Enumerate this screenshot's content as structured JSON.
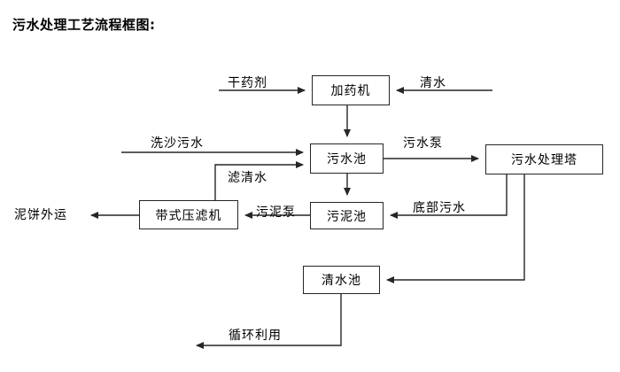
{
  "title": "污水处理工艺流程框图:",
  "diagram": {
    "type": "flowchart",
    "nodes": [
      {
        "id": "dosing",
        "label": "加药机"
      },
      {
        "id": "wastepool",
        "label": "污水池"
      },
      {
        "id": "tower",
        "label": "污水处理塔"
      },
      {
        "id": "beltpress",
        "label": "带式压滤机"
      },
      {
        "id": "sludgepool",
        "label": "污泥池"
      },
      {
        "id": "clearpool",
        "label": "清水池"
      }
    ],
    "edge_labels": [
      {
        "id": "dry-agent",
        "label": "干药剂"
      },
      {
        "id": "clean-water-in",
        "label": "清水"
      },
      {
        "id": "sand-wash",
        "label": "洗沙污水"
      },
      {
        "id": "filtrate",
        "label": "滤清水"
      },
      {
        "id": "sewage-pump",
        "label": "污水泵"
      },
      {
        "id": "mudcake-out",
        "label": "泥饼外运"
      },
      {
        "id": "sludge-pump",
        "label": "污泥泵"
      },
      {
        "id": "bottom-sewage",
        "label": "底部污水"
      },
      {
        "id": "recycle",
        "label": "循环利用"
      }
    ],
    "edges": [
      {
        "from": "干药剂",
        "to": "加药机"
      },
      {
        "from": "清水",
        "to": "加药机"
      },
      {
        "from": "加药机",
        "to": "污水池"
      },
      {
        "from": "洗沙污水",
        "to": "污水池"
      },
      {
        "from": "滤清水",
        "to": "污水池"
      },
      {
        "from": "污水池",
        "to": "污水处理塔",
        "label": "污水泵"
      },
      {
        "from": "污水池",
        "to": "污泥池"
      },
      {
        "from": "污泥池",
        "to": "带式压滤机",
        "label": "污泥泵"
      },
      {
        "from": "带式压滤机",
        "to": "泥饼外运"
      },
      {
        "from": "带式压滤机",
        "to": "污水池",
        "label": "滤清水"
      },
      {
        "from": "污水处理塔",
        "to": "污泥池",
        "label": "底部污水"
      },
      {
        "from": "污水处理塔",
        "to": "清水池"
      },
      {
        "from": "清水池",
        "to": "循环利用"
      }
    ],
    "colors": {
      "line": "#262626",
      "box_border": "#262626",
      "background": "#ffffff",
      "text": "#000000"
    }
  }
}
